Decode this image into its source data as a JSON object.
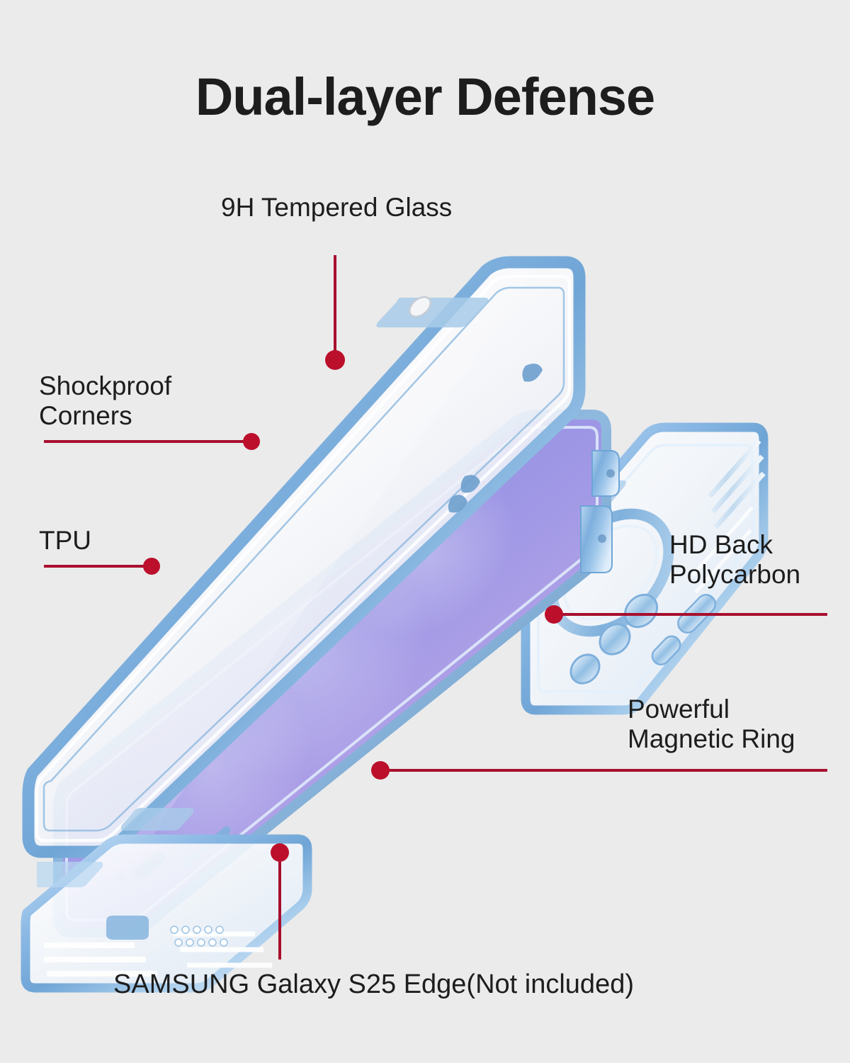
{
  "page": {
    "background_color": "#ebebeb",
    "title": "Dual-layer Defense",
    "title_color": "#1d1d1d",
    "accent_color": "#a80f2e",
    "dot_color": "#bb0f2c"
  },
  "callouts": {
    "tempered_glass": "9H Tempered Glass",
    "shockproof_corners": "Shockproof\nCorners",
    "tpu": "TPU",
    "hd_back_polycarbon": "HD Back\nPolycarbon",
    "magnetic_ring": "Powerful\nMagnetic Ring"
  },
  "caption": "SAMSUNG Galaxy S25 Edge(Not included)",
  "product": {
    "layers": [
      {
        "name": "front-tempered-glass-cover",
        "material": "9H Tempered Glass",
        "frame_color": "#8fbbe8"
      },
      {
        "name": "phone-device",
        "screen_gradient": [
          "#8b8ce2",
          "#c6a9e6"
        ]
      },
      {
        "name": "back-polycarbonate-case",
        "material": "HD Back Polycarbon",
        "frame_color": "#a9cdf0"
      }
    ],
    "features": [
      "Shockproof Corners",
      "TPU",
      "Powerful Magnetic Ring"
    ]
  }
}
